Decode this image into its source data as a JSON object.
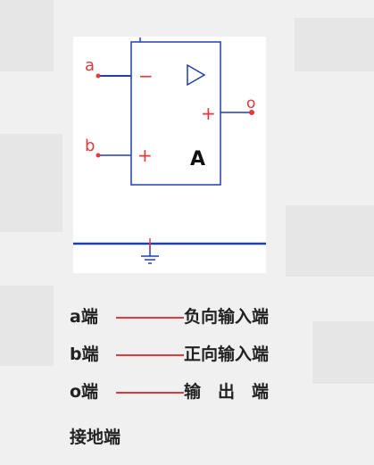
{
  "diagram": {
    "terminal_a": "a",
    "terminal_b": "b",
    "terminal_o": "o",
    "minus_sign": "−",
    "plus_in_sign": "+",
    "plus_out_sign": "+",
    "amp_label": "A"
  },
  "legend": {
    "rows": [
      {
        "term": "a端",
        "desc": "负向输入端"
      },
      {
        "term": "b端",
        "desc": "正向输入端"
      },
      {
        "term": "o端",
        "desc": "输　出　端"
      }
    ],
    "ground": "接地端"
  },
  "colors": {
    "red": "#e23a3a",
    "blue": "#1f3fb0",
    "text": "#222222"
  }
}
